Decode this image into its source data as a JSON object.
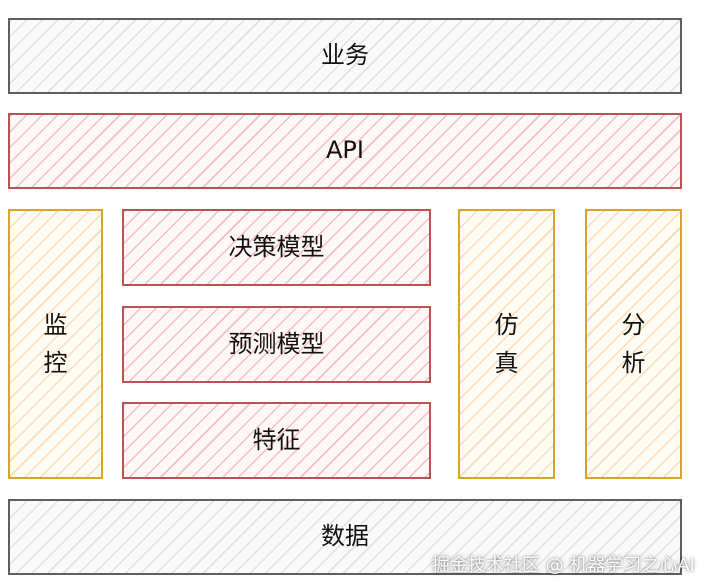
{
  "layers": {
    "business": "业务",
    "api": "API",
    "monitor": [
      "监",
      "控"
    ],
    "decision_model": "决策模型",
    "prediction_model": "预测模型",
    "features": "特征",
    "simulation": [
      "仿",
      "真"
    ],
    "analysis": [
      "分",
      "析"
    ],
    "data": "数据"
  },
  "watermark": "掘金技术社区 @ 机器学习之心AI",
  "colors": {
    "gray_border": "#5f5f5f",
    "red_border": "#b85450",
    "yellow_border": "#d6a629"
  }
}
